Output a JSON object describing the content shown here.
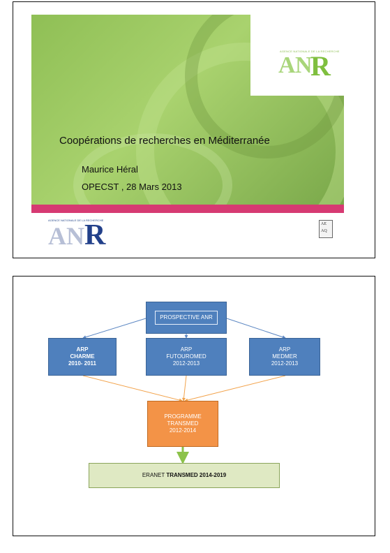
{
  "slide1": {
    "anr_top_tag": "AGENCE NATIONALE DE LA RECHERCHE",
    "anr_logo_a": "A",
    "anr_logo_n": "N",
    "anr_logo_r": "R",
    "title": "Coopérations de recherches en Méditerranée",
    "author": "Maurice Héral",
    "event": "OPECST ,   28 Mars 2013",
    "anr_bottom_tag": "AGENCE NATIONALE DE LA RECHERCHE",
    "seal_lines": [
      "AE",
      "AQ"
    ]
  },
  "slide2": {
    "prospective": "PROSPECTIVE ANR",
    "charme": [
      "ARP",
      "CHARME",
      "2010- 2011"
    ],
    "futouromed": [
      "ARP",
      "FUTOUROMED",
      "2012-2013"
    ],
    "medmer": [
      "ARP",
      "MEDMER",
      "2012-2013"
    ],
    "programme": [
      "PROGRAMME",
      "TRANSMED",
      "2012-2014"
    ],
    "eranet_prefix": "ERANET ",
    "eranet_bold": "TRANSMED 2014-2019"
  },
  "colors": {
    "box_blue": "#4f80bd",
    "box_orange": "#f39347",
    "box_green": "#dfe9c3",
    "accent_pink": "#d63a72",
    "hero_green": "#8fbf55"
  }
}
